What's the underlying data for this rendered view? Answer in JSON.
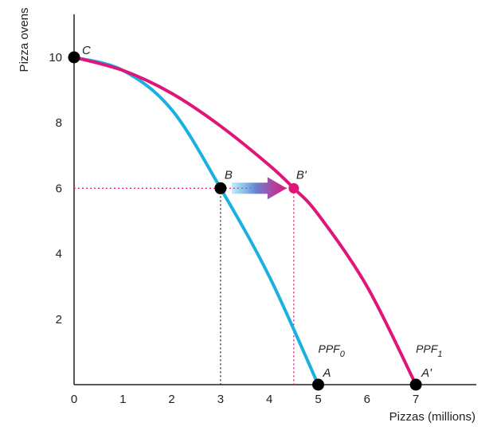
{
  "chart_data": {
    "type": "line",
    "title": "",
    "xlabel": "Pizzas (millions)",
    "ylabel": "Pizza ovens",
    "xlim": [
      0,
      8.2
    ],
    "ylim": [
      0,
      11.3
    ],
    "x_ticks": [
      "0",
      "1",
      "2",
      "3",
      "4",
      "5",
      "6",
      "7"
    ],
    "y_ticks": [
      "2",
      "4",
      "6",
      "8",
      "10"
    ],
    "highlight_tick": "6",
    "colors": {
      "ppf0": "#1ab0e0",
      "ppf1": "#e0157a",
      "axis": "#222222",
      "point": "#000000"
    },
    "series": [
      {
        "key": "ppf0",
        "x": [
          0,
          1,
          2,
          3,
          4,
          5
        ],
        "y": [
          10,
          9.6,
          8.4,
          6,
          3.3,
          0
        ]
      },
      {
        "key": "ppf1",
        "x": [
          0,
          1,
          2,
          3,
          4,
          4.5,
          5,
          6,
          7
        ],
        "y": [
          10,
          9.6,
          8.9,
          7.9,
          6.7,
          6,
          5.2,
          3,
          0
        ]
      }
    ],
    "points": [
      {
        "label": "C",
        "x": 0,
        "y": 10,
        "color": "#000000"
      },
      {
        "label": "B",
        "x": 3,
        "y": 6,
        "color": "#000000"
      },
      {
        "label": "B'",
        "x": 4.5,
        "y": 6,
        "color": "#e0157a"
      },
      {
        "label": "A",
        "x": 5,
        "y": 0,
        "color": "#000000"
      },
      {
        "label": "A'",
        "x": 7,
        "y": 0,
        "color": "#000000"
      }
    ],
    "curve_labels": [
      {
        "base": "PPF",
        "sub": "0",
        "x": 5,
        "y": 1.1
      },
      {
        "base": "PPF",
        "sub": "1",
        "x": 7,
        "y": 1.1
      }
    ],
    "shift_arrow": {
      "from": 3,
      "to": 4.5,
      "y": 6
    }
  }
}
